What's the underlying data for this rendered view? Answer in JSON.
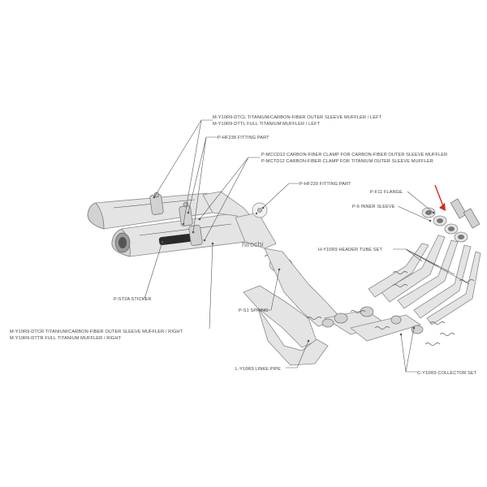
{
  "watermark": "hirochi",
  "labels": {
    "muffler_left_1": "M-Y10R9-DTCL  TITANIUM/CARBON-FIBER  OUTER SLEEVE MUFFLER / LEFT",
    "muffler_left_2": "M-Y10R9-DTTL  FULL TITANIUM MUFFLER / LEFT",
    "fitting_hf238": "P-HF238  FITTING PART",
    "clamp_1": "P-MCCD12  CARBON-FIBER CLAMP FOR CARBON-FIBER OUTER SLEEVE MUFFLER",
    "clamp_2": "P-MCTD12  CARBON-FIBER CLAMP FOR TITANIUM  OUTER SLEEVE MUFFLER",
    "fitting_hf239": "P-HF239  FITTING PART",
    "flange": "P-F11  FLANGE",
    "inner_sleeve": "P-6  INNER SLEEVE",
    "header": "H-Y10R9  HEADER TUBE SET",
    "sticker": "P-ST2A  STICKER",
    "spring": "P-S1  SPRING",
    "muffler_right_1": "M-Y10R9-DTCR  TITANIUM/CARBON-FIBER  OUTER SLEEVE MUFFLER / RIGHT",
    "muffler_right_2": "M-Y10R9-DTTR  FULL TITANIUM MUFFLER / RIGHT",
    "link_pipe": "L-Y10R9  LINKE PIPE",
    "collector": "C-Y10R9  COLLECTOR SET"
  },
  "colors": {
    "arrow": "#d62a1e",
    "line": "#555555",
    "part_fill": "#e4e4e4"
  }
}
